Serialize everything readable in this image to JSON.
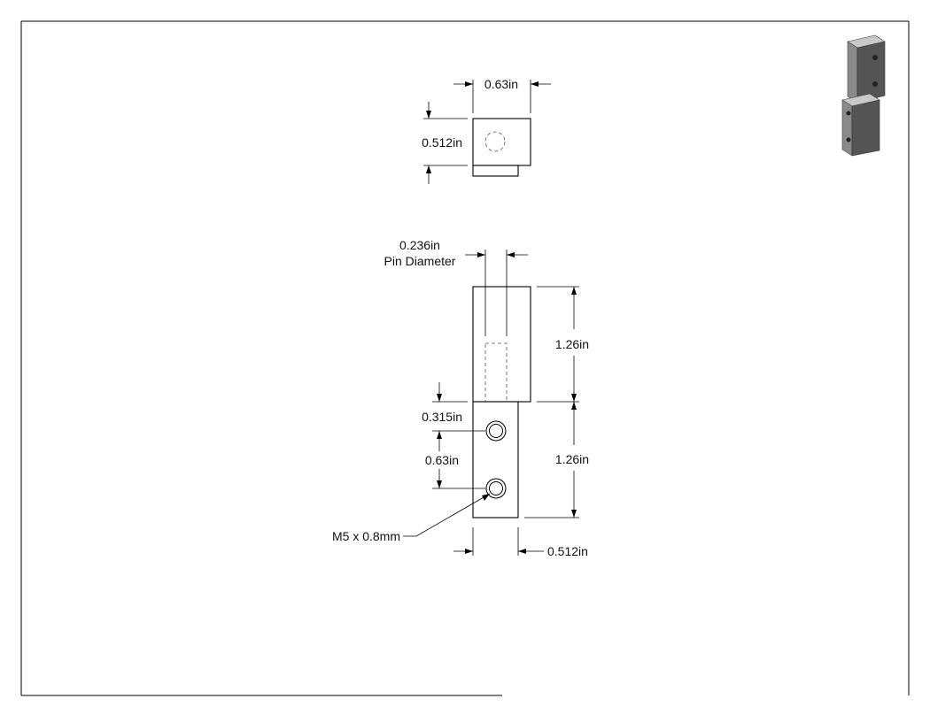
{
  "drawing": {
    "top_view": {
      "width_dim": "0.63in",
      "height_dim": "0.512in"
    },
    "front_view": {
      "pin_dim": "0.236in",
      "pin_label": "Pin Diameter",
      "upper_height_dim": "1.26in",
      "lower_height_dim": "1.26in",
      "hole_offset_dim": "0.315in",
      "hole_spacing_dim": "0.63in",
      "thread_callout": "M5 x 0.8mm",
      "width_dim": "0.512in"
    },
    "iso_icon": "hinge-block-isometric-icon",
    "colors": {
      "line": "#000000",
      "hidden_line": "#555555",
      "iso_dark": "#555555",
      "iso_mid": "#8a8a8a",
      "iso_light": "#c9c9c9"
    }
  }
}
